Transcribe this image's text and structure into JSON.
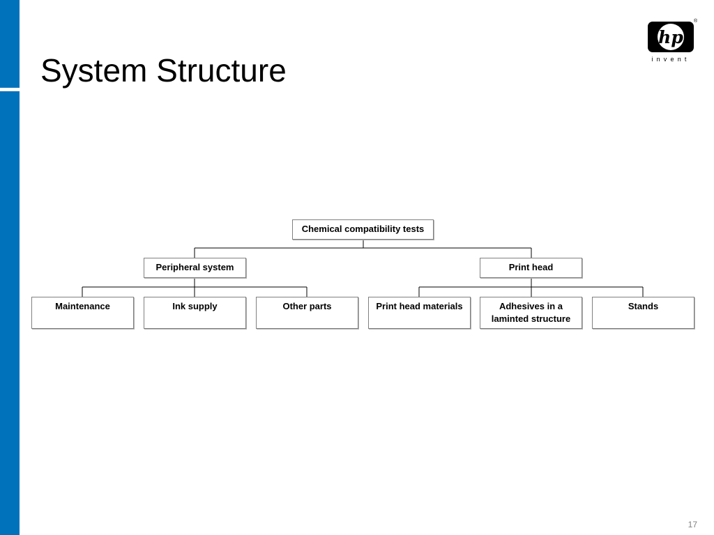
{
  "slide": {
    "title": "System Structure",
    "page_number": "17"
  },
  "logo": {
    "mark": "hp",
    "tagline": "invent",
    "registered": "®"
  },
  "diagram": {
    "root": {
      "label": "Chemical compatibility tests"
    },
    "level1": [
      {
        "label": "Peripheral system"
      },
      {
        "label": "Print head"
      }
    ],
    "level2": [
      {
        "label": "Maintenance",
        "parent": "Peripheral system"
      },
      {
        "label": "Ink supply",
        "parent": "Peripheral system"
      },
      {
        "label": "Other parts",
        "parent": "Peripheral system"
      },
      {
        "label": "Print head materials",
        "parent": "Print head"
      },
      {
        "label": "Adhesives in a laminted structure",
        "parent": "Print head"
      },
      {
        "label": "Stands",
        "parent": "Print head"
      }
    ]
  },
  "colors": {
    "accent_bar": "#0072bc",
    "box_border": "#808080"
  }
}
